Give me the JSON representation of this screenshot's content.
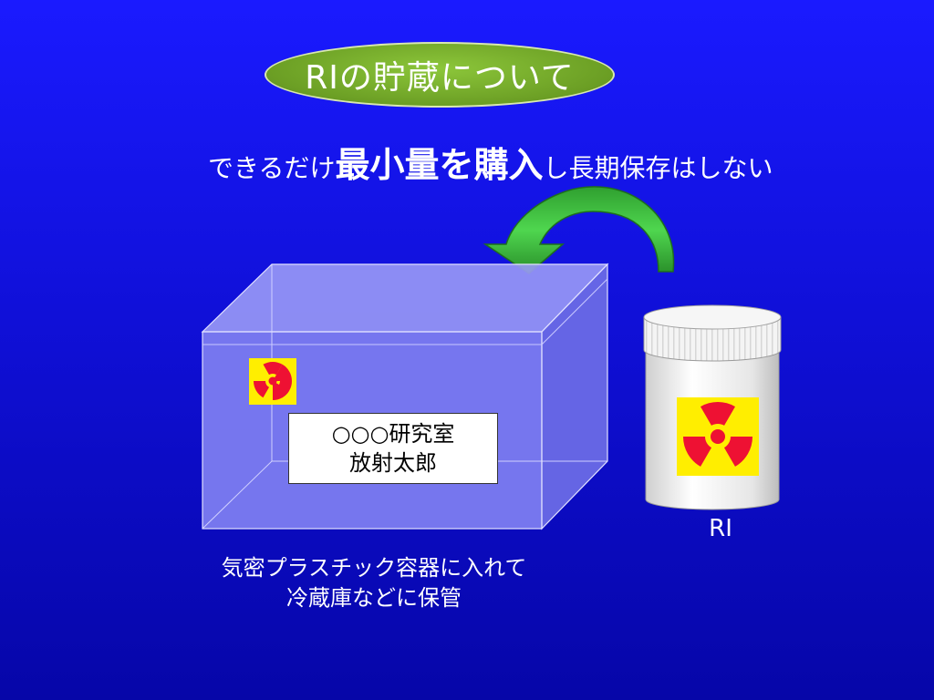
{
  "slide": {
    "title": "RIの貯蔵について",
    "subtitle_pre": "できるだけ",
    "subtitle_emphasis": "最小量を購入",
    "subtitle_post": "し長期保存はしない",
    "label_line1": "○○○研究室",
    "label_line2": "放射太郎",
    "ri_label": "RI",
    "caption_line1": "気密プラスチック容器に入れて",
    "caption_line2": "冷蔵庫などに保管"
  },
  "icons": {
    "small_trefoil": "radiation-trefoil-icon",
    "large_trefoil": "radiation-trefoil-icon",
    "arrow": "curved-arrow-icon"
  },
  "colors": {
    "background": "#1414e6",
    "title_oval": "#6b9e24",
    "arrow": "#3cc83c",
    "trefoil_bg": "#ffee00",
    "trefoil_fg": "#ee1133",
    "box_fill": "#8c8cf0"
  }
}
